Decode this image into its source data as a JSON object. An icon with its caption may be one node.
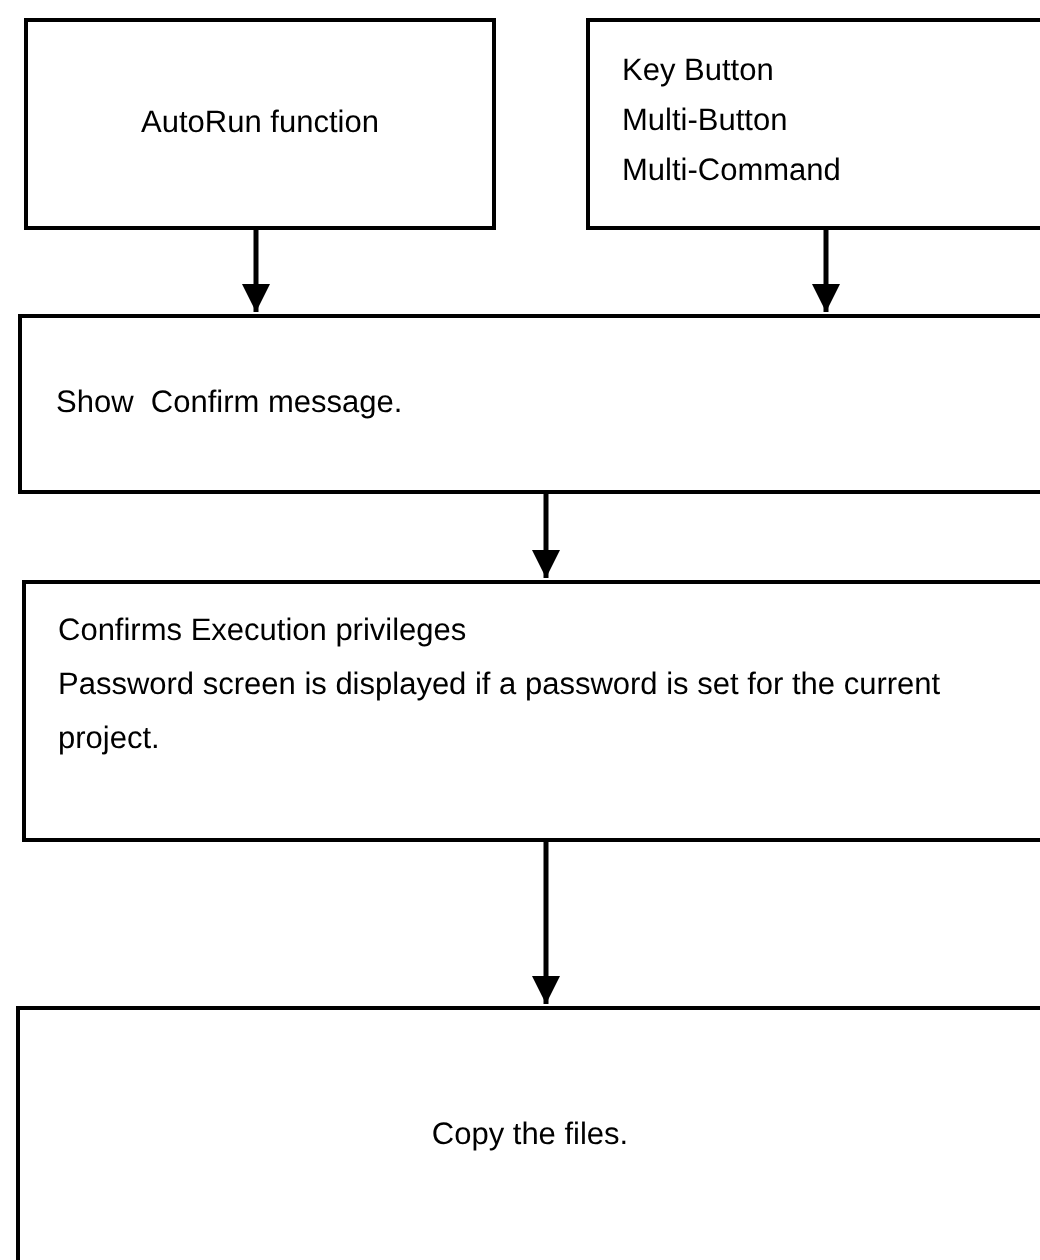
{
  "diagram": {
    "nodes": [
      {
        "text": [
          "AutoRun function"
        ]
      },
      {
        "text": [
          "Key Button",
          "Multi-Button",
          "Multi-Command"
        ]
      },
      {
        "text": [
          "Show  Confirm message."
        ]
      },
      {
        "text": [
          "Confirms Execution privileges",
          "Password screen is displayed if a password is set for the current project."
        ]
      },
      {
        "text": [
          "Copy the files."
        ]
      }
    ],
    "edges": [
      {
        "from": 0,
        "to": 2,
        "arrow": "to"
      },
      {
        "from": 1,
        "to": 2,
        "arrow": "to"
      },
      {
        "from": 2,
        "to": 3,
        "arrow": "to"
      },
      {
        "from": 3,
        "to": 4,
        "arrow": "to"
      }
    ]
  }
}
